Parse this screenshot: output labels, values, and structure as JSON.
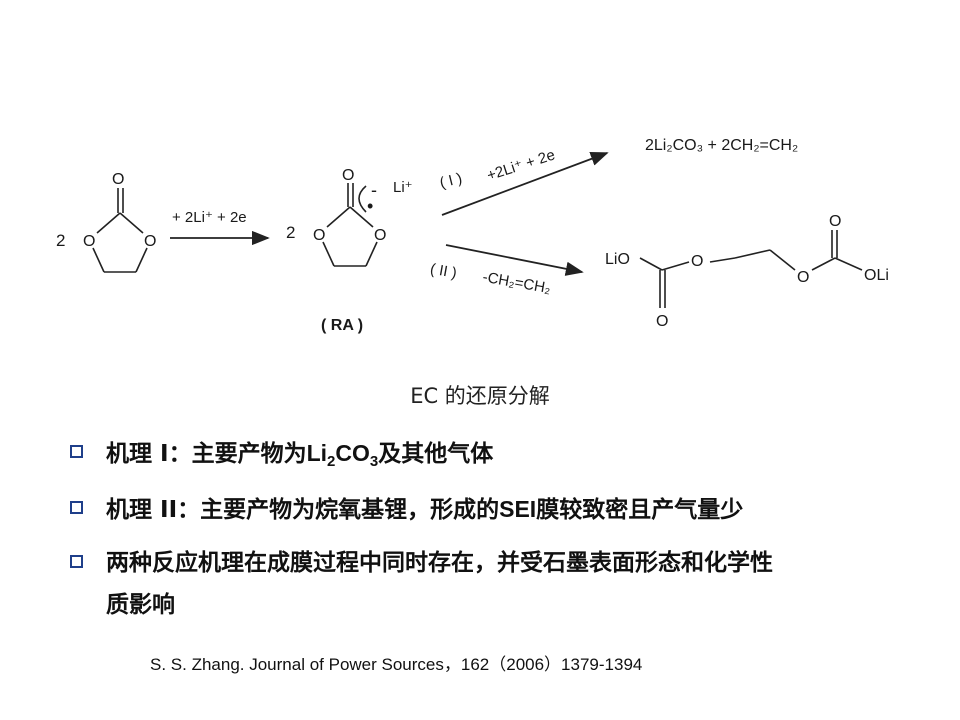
{
  "scheme": {
    "step1_coef": "2",
    "step1_reagent": "+ 2Li⁺ + 2e",
    "ring_o": "O",
    "intermediate_coef": "2",
    "radical_dot": "•",
    "minus": "-",
    "li_plus": "Li⁺",
    "ra_label": "( RA )",
    "path1_label": "( I )",
    "path1_reagent": "+2Li⁺ + 2e",
    "path1_product": "2Li₂CO₃ + 2CH₂=CH₂",
    "path2_label": "( II )",
    "path2_reagent": "-CH₂=CH₂",
    "path2_li_left": "LiO",
    "path2_li_right": "OLi"
  },
  "caption": "EC 的还原分解",
  "bullets": [
    {
      "pre": "机理 I：主要产物为",
      "en": "Li",
      "sub1": "2",
      "en2": "CO",
      "sub2": "3",
      "post": "及其他气体"
    },
    {
      "pre": "机理 II：主要产物为烷氧基锂，形成的",
      "en": "SEI",
      "post": "膜较致密且产气量少"
    },
    {
      "line1": "两种反应机理在成膜过程中同时存在，并受石墨表面形态和化学性",
      "line2": "质影响"
    }
  ],
  "reference": "S. S. Zhang. Journal of Power Sources，162（2006）1379-1394"
}
